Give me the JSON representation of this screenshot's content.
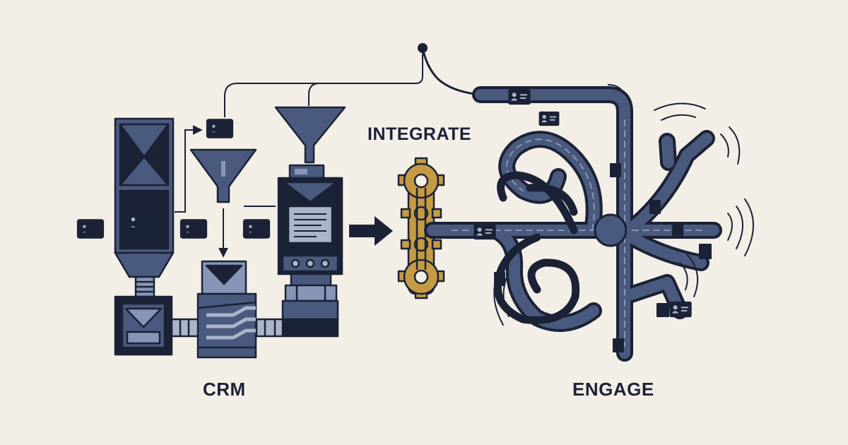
{
  "labels": {
    "integrate": "INTEGRATE",
    "crm": "CRM",
    "engage": "ENGAGE"
  },
  "colors": {
    "background": "#f3efe7",
    "ink": "#1b2236",
    "slate": "#4a5a7e",
    "slate_light": "#8796b6",
    "slate_pale": "#aab5cc",
    "gold": "#c49a45"
  },
  "icons": [
    "contact-card-icon",
    "funnel-icon",
    "gear-chain-icon",
    "signal-wave-icon",
    "arrow-right-icon"
  ]
}
